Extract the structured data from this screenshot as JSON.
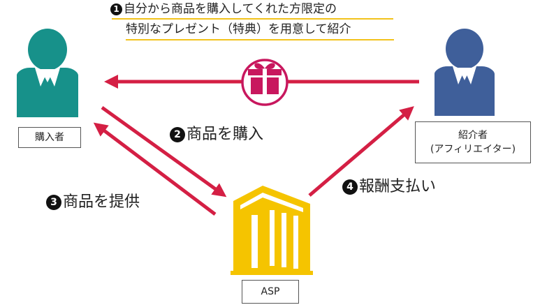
{
  "note": {
    "badge": "1",
    "line1": "自分から商品を購入してくれた方限定の",
    "line2": "特別なプレゼント（特典）を用意して紹介"
  },
  "buyer": {
    "label": "購入者",
    "icon": "person-icon",
    "color": "#17918a"
  },
  "affiliate": {
    "label_line1": "紹介者",
    "label_line2": "(アフィリエイター)",
    "icon": "person-icon",
    "color": "#3f5f9a"
  },
  "asp": {
    "label": "ASP",
    "icon": "building-icon",
    "color": "#f5c400"
  },
  "gift": {
    "icon": "gift-icon",
    "color": "#c8175e"
  },
  "steps": [
    {
      "badge": "2",
      "text": "商品を購入"
    },
    {
      "badge": "3",
      "text": "商品を提供"
    },
    {
      "badge": "4",
      "text": "報酬支払い"
    }
  ],
  "colors": {
    "arrow": "#d41f44",
    "underline": "#f2c21b"
  }
}
